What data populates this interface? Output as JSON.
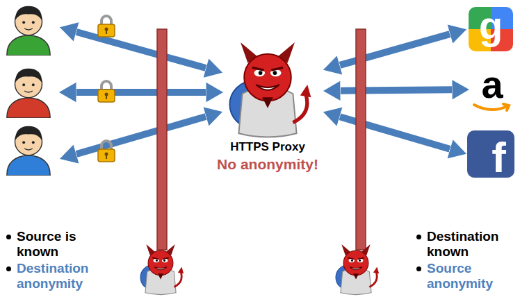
{
  "diagram": {
    "nodes": [
      {
        "text": [
          "HTTPS Proxy",
          "No anonymity!"
        ]
      },
      {
        "text": [
          "g"
        ]
      },
      {
        "text": [
          "a"
        ]
      },
      {
        "text": [
          "f"
        ]
      }
    ],
    "edges": [
      {
        "from": 0,
        "to": 1,
        "arrow": "both"
      },
      {
        "from": 0,
        "to": 2,
        "arrow": "both"
      },
      {
        "from": 0,
        "to": 3,
        "arrow": "both"
      }
    ],
    "labels": [
      "Source is known",
      "Destination anonymity",
      "Destination known",
      "Source anonymity"
    ]
  }
}
